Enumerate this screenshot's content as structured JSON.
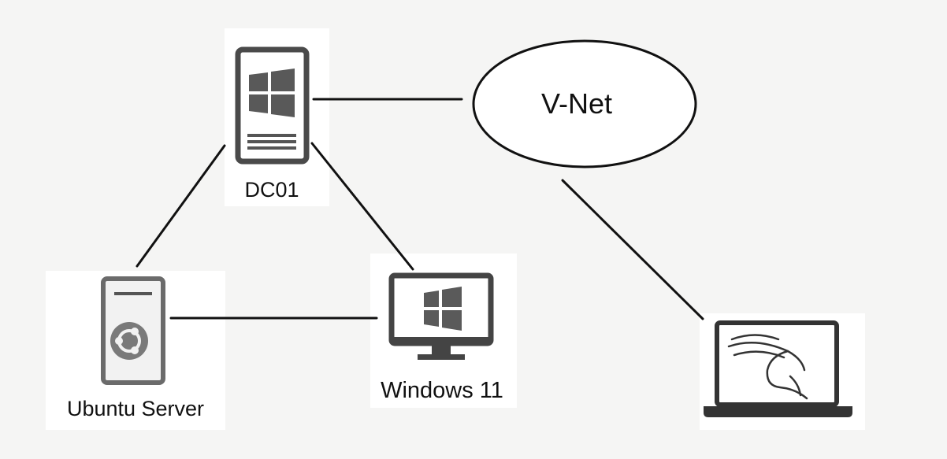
{
  "nodes": {
    "dc01": {
      "label": "DC01",
      "icon": "windows-server-icon"
    },
    "vnet": {
      "label": "V-Net",
      "icon": "network-cloud-ellipse"
    },
    "ubuntu": {
      "label": "Ubuntu Server",
      "icon": "ubuntu-server-icon"
    },
    "win11": {
      "label": "Windows 11",
      "icon": "windows-desktop-monitor-icon"
    },
    "kali": {
      "label": "",
      "icon": "kali-laptop-icon"
    }
  },
  "colors": {
    "background": "#f5f5f4",
    "line": "#111111",
    "icon_gray": "#6b6b6b",
    "icon_dark": "#444444"
  }
}
